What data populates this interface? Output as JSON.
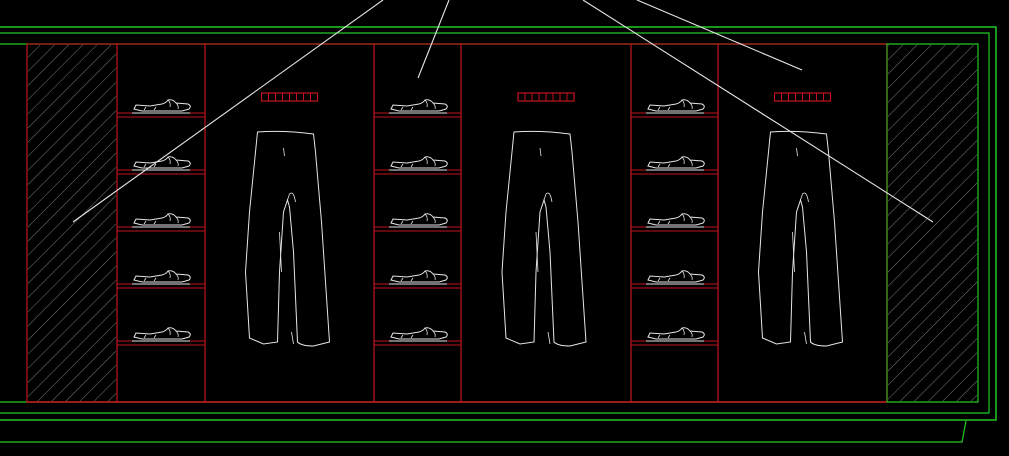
{
  "drawing": {
    "background": "#000000",
    "colors": {
      "frame": "#22c922",
      "cabinet": "#c0141e",
      "hatch": "#7a7a7a",
      "garment": "#e6e6e6",
      "leader": "#e6e6e6",
      "floor": "#c0141e"
    },
    "bays": [
      {
        "type": "hatched-panel"
      },
      {
        "type": "shelf-column",
        "shelves": 5,
        "item_icon": "folded-shirt-icon"
      },
      {
        "type": "hanging-bay",
        "item_icon": "trousers-icon",
        "label_strip": true
      },
      {
        "type": "shelf-column",
        "shelves": 5,
        "item_icon": "folded-shirt-icon"
      },
      {
        "type": "hanging-bay",
        "item_icon": "trousers-icon",
        "label_strip": true
      },
      {
        "type": "shelf-column",
        "shelves": 5,
        "item_icon": "folded-shirt-icon"
      },
      {
        "type": "hanging-bay",
        "item_icon": "trousers-icon",
        "label_strip": true
      },
      {
        "type": "hatched-panel"
      }
    ]
  }
}
